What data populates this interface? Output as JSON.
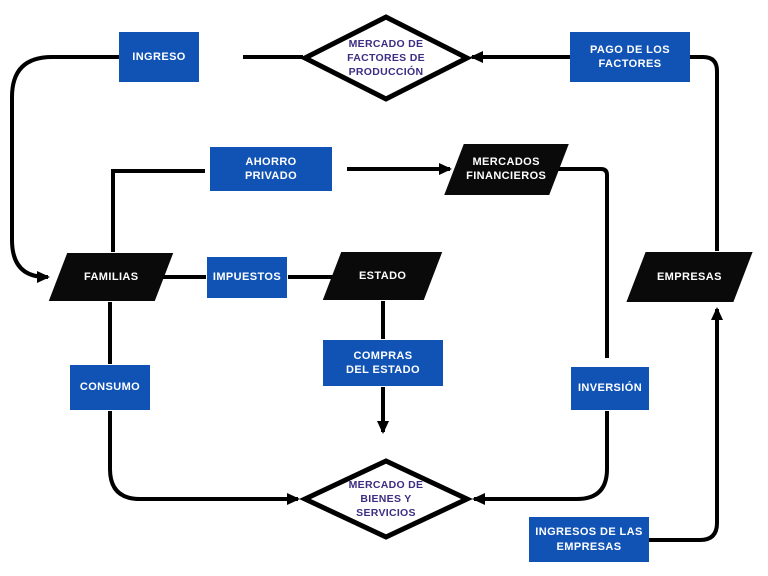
{
  "colors": {
    "box_blue": "#1053b5",
    "shape_black": "#0a0a0a",
    "diamond_text": "#3e2d82",
    "line_black": "#000000"
  },
  "nodes": {
    "ingreso": {
      "label": "INGRESO"
    },
    "mercado_factores": {
      "label": [
        "MERCADO DE",
        "FACTORES DE",
        "PRODUCCIÓN"
      ]
    },
    "pago_factores": {
      "label": [
        "PAGO DE LOS",
        "FACTORES"
      ]
    },
    "ahorro_privado": {
      "label": [
        "AHORRO",
        "PRIVADO"
      ]
    },
    "mercados_financieros": {
      "label": [
        "MERCADOS",
        "FINANCIEROS"
      ]
    },
    "familias": {
      "label": "FAMILIAS"
    },
    "impuestos": {
      "label": "IMPUESTOS"
    },
    "estado": {
      "label": "ESTADO"
    },
    "empresas": {
      "label": "EMPRESAS"
    },
    "compras_estado": {
      "label": [
        "COMPRAS",
        "DEL ESTADO"
      ]
    },
    "consumo": {
      "label": "CONSUMO"
    },
    "inversion": {
      "label": "INVERSIÓN"
    },
    "mercado_bienes": {
      "label": [
        "MERCADO DE",
        "BIENES Y",
        "SERVICIOS"
      ]
    },
    "ingresos_empresas": {
      "label": [
        "INGRESOS DE LAS",
        "EMPRESAS"
      ]
    }
  }
}
